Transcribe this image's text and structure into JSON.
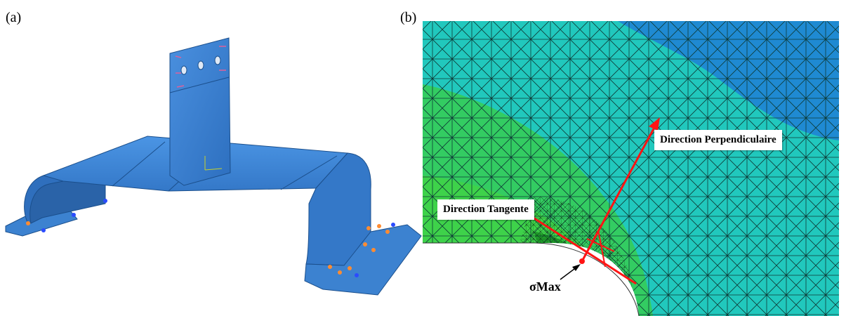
{
  "panels": {
    "a": {
      "label": "(a)"
    },
    "b": {
      "label": "(b)"
    }
  },
  "annotations": {
    "perpendicular": "Direction Perpendiculaire",
    "tangent": "Direction Tangente",
    "sigma_max": "σMax"
  },
  "colors": {
    "part_blue": "#3f86d6",
    "part_dark": "#2a63a8",
    "mesh_cyan": "#20c9bd",
    "mesh_blue": "#1f8ad2",
    "mesh_green": "#3fcf55",
    "mesh_dark_green": "#1f9a2a",
    "arrow_red": "#ff1414"
  }
}
